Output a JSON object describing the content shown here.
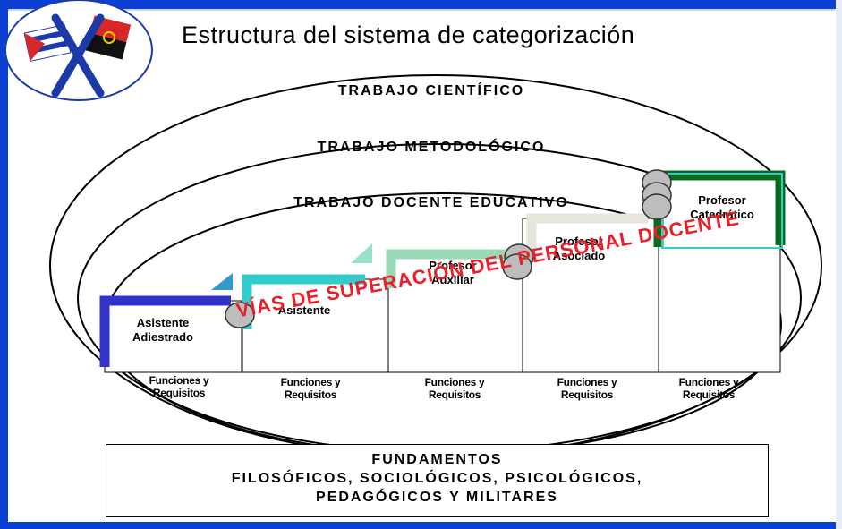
{
  "title": "Estructura del sistema de categorización",
  "rings": {
    "outer": "TRABAJO CIENTÍFICO",
    "middle": "TRABAJO METODOLÓGICO",
    "inner": "TRABAJO DOCENTE EDUCATIVO"
  },
  "steps": [
    {
      "line1": "Asistente",
      "line2": "Adiestrado"
    },
    {
      "line1": "Asistente",
      "line2": ""
    },
    {
      "line1": "Profesor",
      "line2": "Auxiliar"
    },
    {
      "line1": "Profesor",
      "line2": "Asociado"
    },
    {
      "line1": "Profesor",
      "line2": "Catedrático"
    }
  ],
  "functions": [
    {
      "line1": "Funciones y",
      "line2": "Requisitos"
    },
    {
      "line1": "Funciones y",
      "line2": "Requisitos"
    },
    {
      "line1": "Funciones y",
      "line2": "Requisitos"
    },
    {
      "line1": "Funciones y",
      "line2": "Requisitos"
    },
    {
      "line1": "Funciones y",
      "line2": "Requisitos"
    }
  ],
  "vias": "VÍAS DE SUPERACIÓN DEL PERSONAL DOCENTE",
  "fundamentos": {
    "title": "FUNDAMENTOS",
    "line1": "FILOSÓFICOS, SOCIOLÓGICOS, PSICOLÓGICOS,",
    "line2": "PEDAGÓGICOS Y MILITARES"
  },
  "colors": {
    "frame_blue": "#0b3fd6",
    "step1": "#3333cc",
    "step2": "#33cccc",
    "step3": "#99d9b3",
    "step4": "#e6e6dd",
    "step5": "#0a6b1e",
    "vias_red": "#e8202a",
    "coin": "#bdbdbd"
  },
  "icons": {
    "logo": "flags-emblem-icon",
    "coins": "coin-stack-icon"
  }
}
